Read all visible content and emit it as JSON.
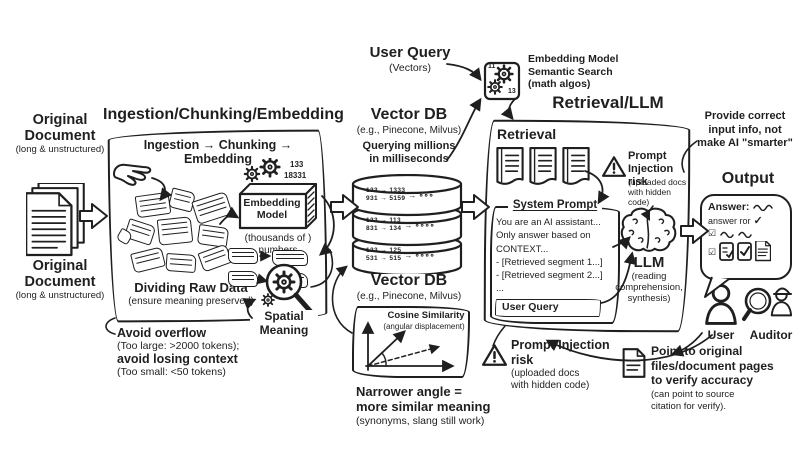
{
  "colors": {
    "ink": "#1f1f1f",
    "bg": "#ffffff"
  },
  "icons": {
    "check": "✓",
    "checked_box": "☑"
  },
  "left_column": {
    "top_label": {
      "title": "Original\nDocument",
      "subtitle": "(long & unstructured)"
    },
    "bottom_label": {
      "title": "Original\nDocument",
      "subtitle": "(long & unstructured)"
    }
  },
  "ingestion": {
    "heading": "Ingestion/Chunking/Embedding",
    "flow_line": "Ingestion → Chunking → Embedding",
    "dividing_title": "Dividing Raw Data",
    "dividing_note": "(ensure meaning preserved)",
    "embedding_model_label": "Embedding\nModel",
    "gear_numbers_top": "133",
    "gear_numbers_bottom": "18331",
    "thousands_note": "(thousands of )\nnumbers",
    "spatial_label": "Spatial\nMeaning",
    "advice_line1": "Avoid overflow",
    "advice_line2": "(Too large: >2000 tokens);",
    "advice_line3": "avoid losing context",
    "advice_line4": "(Too small: <50 tokens)"
  },
  "vector_db_top": {
    "title": "Vector DB",
    "subtitle": "(e.g., Pinecone, Milvus)",
    "note": "Querying millions\nin milliseconds",
    "rows": [
      {
        "a": "123 → 1333",
        "b": "931 → 5159",
        "dots": "→ ∘∘∘"
      },
      {
        "a": "123 → 113",
        "b": "831 → 134",
        "dots": "→ ∘∘∘∘"
      },
      {
        "a": "123 → 125",
        "b": "531 → 515",
        "dots": "→ ∘∘∘∘"
      }
    ]
  },
  "vector_db_bottom": {
    "title": "Vector DB",
    "subtitle": "(e.g., Pinecone, Milvus)",
    "cosine_title": "Cosine Similarity",
    "cosine_subtitle": "(angular displacement)",
    "note_title": "Narrower angle =\nmore similar meaning",
    "note_subtitle": "(synonyms, slang still work)"
  },
  "query_flow": {
    "user_query_title": "User Query",
    "user_query_subtitle": "(Vectors)",
    "semantic_label": "Embedding Model\nSemantic Search\n(math algos)",
    "digits_top": "11",
    "digits_bottom": "13"
  },
  "retrieval": {
    "heading": "Retrieval/LLM",
    "retrieval_label": "Retrieval",
    "injection_warning": {
      "title": "Prompt\nInjection risk",
      "note": "(uploaded docs\nwith hidden code)"
    },
    "system_prompt": {
      "title": "System Prompt",
      "lines": [
        "You are an AI assistant...",
        "Only answer based on",
        "CONTEXT...",
        "- [Retrieved segment 1...]",
        "- [Retrieved segment 2...]",
        "..."
      ],
      "user_query_label": "User Query"
    },
    "llm_label": "LLM",
    "llm_note": "(reading\ncomprehension,\nsynthesis)"
  },
  "bottom_notes": {
    "injection_warning": {
      "title": "Prompt Injection\nrisk",
      "note": "(uploaded docs\nwith hidden code)"
    },
    "verify": {
      "title": "Point to original\nfiles/document pages\nto verify accuracy",
      "note": "(can point to source\ncitation for verify)."
    }
  },
  "output": {
    "advice": "Provide correct\ninput info, not\nmake AI \"smarter\"",
    "heading": "Output",
    "answer_label": "Answer:",
    "answer_scribble": "answer ror",
    "user_label": "User",
    "auditor_label": "Auditor"
  }
}
